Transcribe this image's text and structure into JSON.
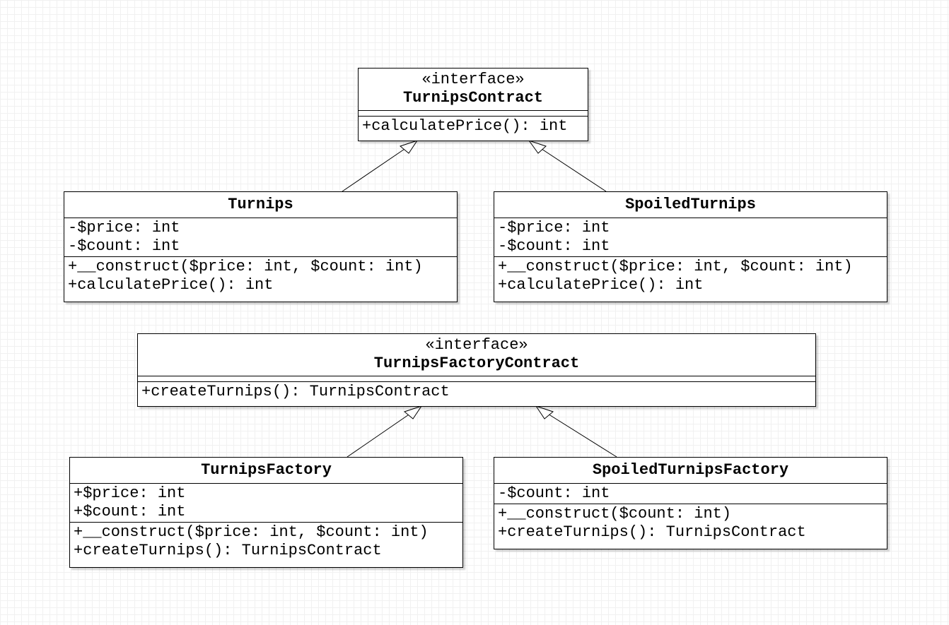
{
  "classes": {
    "turnips_contract": {
      "stereotype": "«interface»",
      "name": "TurnipsContract",
      "attributes": [],
      "methods": [
        "+calculatePrice(): int"
      ]
    },
    "turnips": {
      "name": "Turnips",
      "attributes": [
        "-$price: int",
        "-$count: int"
      ],
      "methods": [
        "+__construct($price: int, $count: int)",
        "+calculatePrice(): int"
      ]
    },
    "spoiled_turnips": {
      "name": "SpoiledTurnips",
      "attributes": [
        "-$price: int",
        "-$count: int"
      ],
      "methods": [
        "+__construct($price: int, $count: int)",
        "+calculatePrice(): int"
      ]
    },
    "turnips_factory_contract": {
      "stereotype": "«interface»",
      "name": "TurnipsFactoryContract",
      "attributes": [],
      "methods": [
        "+createTurnips(): TurnipsContract"
      ]
    },
    "turnips_factory": {
      "name": "TurnipsFactory",
      "attributes": [
        "+$price: int",
        "+$count: int"
      ],
      "methods": [
        "+__construct($price: int, $count: int)",
        "+createTurnips(): TurnipsContract"
      ]
    },
    "spoiled_turnips_factory": {
      "name": "SpoiledTurnipsFactory",
      "attributes": [
        "-$count: int"
      ],
      "methods": [
        "+__construct($count: int)",
        "+createTurnips(): TurnipsContract"
      ]
    }
  },
  "relations": [
    {
      "from": "Turnips",
      "to": "TurnipsContract",
      "type": "realization"
    },
    {
      "from": "SpoiledTurnips",
      "to": "TurnipsContract",
      "type": "realization"
    },
    {
      "from": "TurnipsFactory",
      "to": "TurnipsFactoryContract",
      "type": "realization"
    },
    {
      "from": "SpoiledTurnipsFactory",
      "to": "TurnipsFactoryContract",
      "type": "realization"
    }
  ]
}
